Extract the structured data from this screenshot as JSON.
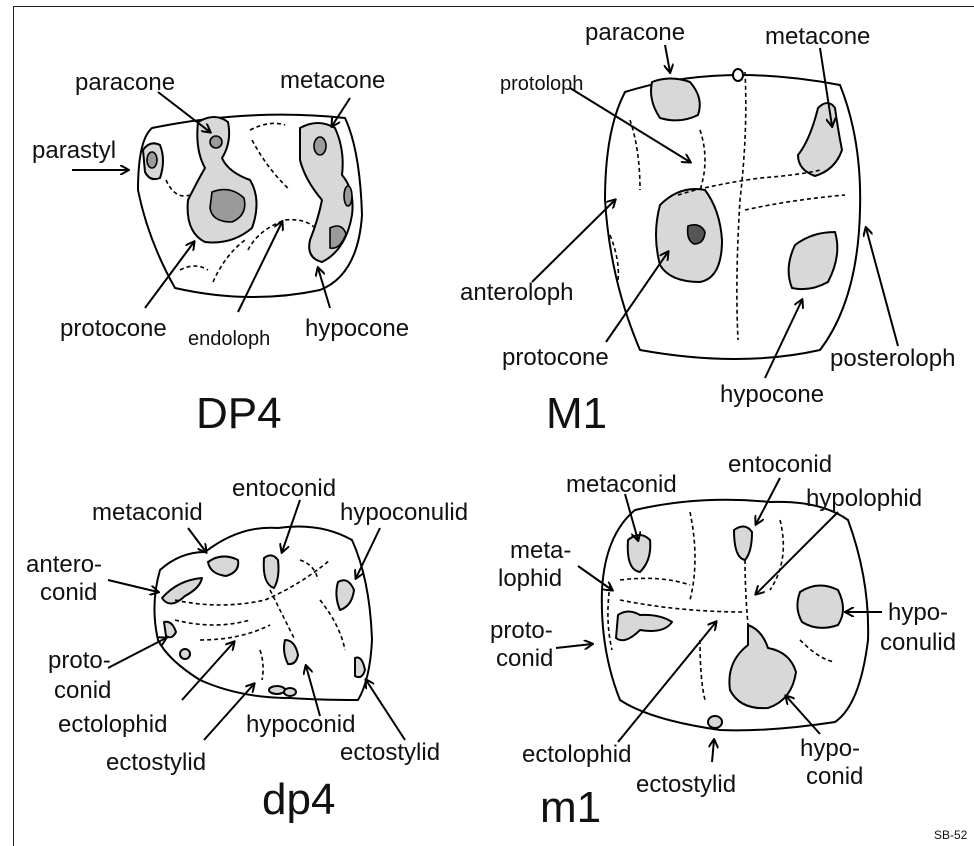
{
  "figure_id": "SB-52",
  "panels": {
    "DP4": {
      "title": "DP4",
      "labels": {
        "paracone": "paracone",
        "metacone": "metacone",
        "parastyl": "parastyl",
        "protocone": "protocone",
        "endoloph": "endoloph",
        "hypocone": "hypocone"
      }
    },
    "M1": {
      "title": "M1",
      "labels": {
        "paracone": "paracone",
        "metacone": "metacone",
        "protoloph": "protoloph",
        "anteroloph": "anteroloph",
        "protocone": "protocone",
        "hypocone": "hypocone",
        "posteroloph": "posteroloph"
      }
    },
    "dp4": {
      "title": "dp4",
      "labels": {
        "metaconid": "metaconid",
        "entoconid": "entoconid",
        "hypoconulid": "hypoconulid",
        "anteroconid_1": "antero-",
        "anteroconid_2": "conid",
        "protoconid_1": "proto-",
        "protoconid_2": "conid",
        "ectolophid": "ectolophid",
        "ectostylid_left": "ectostylid",
        "hypoconid": "hypoconid",
        "ectostylid_right": "ectostylid"
      }
    },
    "m1": {
      "title": "m1",
      "labels": {
        "metaconid": "metaconid",
        "entoconid": "entoconid",
        "hypolophid": "hypolophid",
        "metalophid_1": "meta-",
        "metalophid_2": "lophid",
        "protoconid_1": "proto-",
        "protoconid_2": "conid",
        "hypoconulid_1": "hypo-",
        "hypoconulid_2": "conulid",
        "ectolophid": "ectolophid",
        "hypoconid_1": "hypo-",
        "hypoconid_2": "conid",
        "ectostylid": "ectostylid"
      }
    }
  }
}
